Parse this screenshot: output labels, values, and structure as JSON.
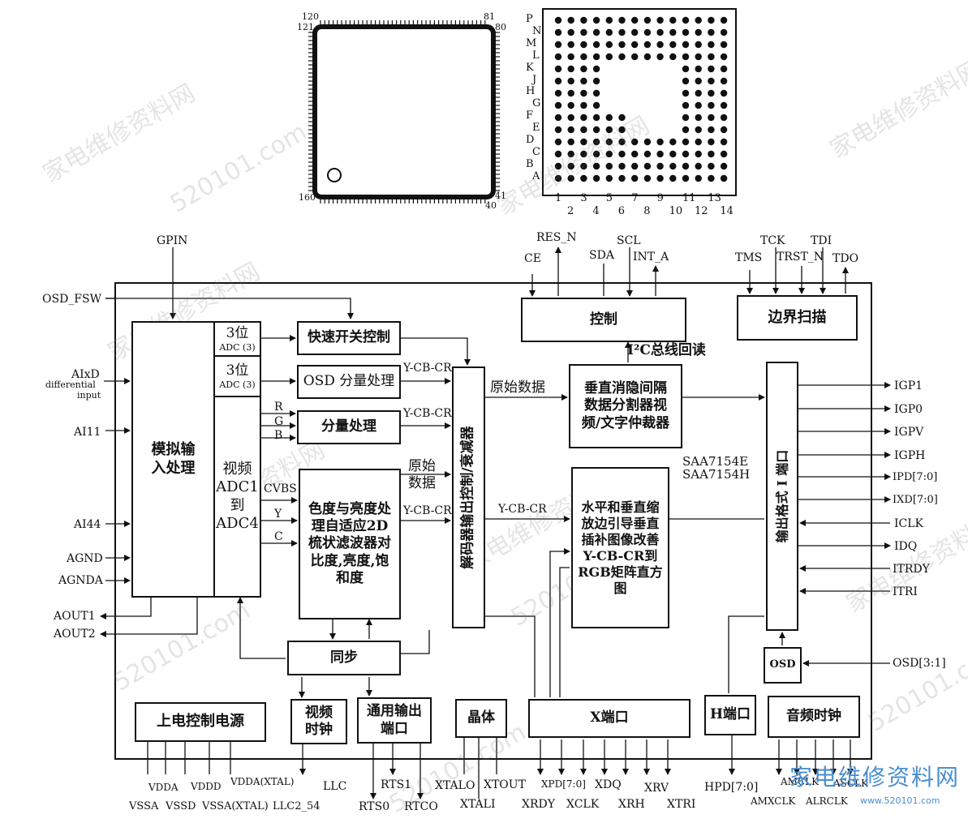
{
  "package_pins": {
    "p120": "120",
    "p121": "121",
    "p81": "81",
    "p80": "80",
    "p160": "160",
    "p41": "41",
    "p40": "40"
  },
  "bga": {
    "rows": [
      "P",
      "N",
      "M",
      "L",
      "K",
      "J",
      "H",
      "G",
      "F",
      "E",
      "D",
      "C",
      "B",
      "A"
    ],
    "cols_odd": [
      "1",
      "3",
      "5",
      "7",
      "9",
      "11",
      "13"
    ],
    "cols_even": [
      "2",
      "4",
      "6",
      "8",
      "10",
      "12",
      "14"
    ]
  },
  "blocks": {
    "analog_input": "模拟输入处理",
    "adc3_a_title": "3位",
    "adc3_a_sub": "ADC (3)",
    "adc3_b_title": "3位",
    "adc3_b_sub": "ADC (3)",
    "video_adc": "视频ADC1到ADC4",
    "fast_switch": "快速开关控制",
    "osd_component": "OSD 分量处理",
    "component": "分量处理",
    "chroma_luma": "色度与亮度处理自适应2D梳状滤波器对比度,亮度,饱和度",
    "decoder_output": "解码器输出控制/衰减器",
    "control": "控制",
    "boundary_scan": "边界扫描",
    "vbi_slicer": "垂直消隐间隔数据分割器视频/文字仲裁器",
    "scaler": "水平和垂直缩放边引导垂直插补图像改善Y-CB-CR到RGB矩阵直方图",
    "output_port": "输出格式 I 端口",
    "sync": "同步",
    "power_on": "上电控制电源",
    "video_clock": "视频时钟",
    "gp_output": "通用输出端口",
    "crystal": "晶体",
    "x_port": "X端口",
    "h_port": "H端口",
    "audio_clock": "音频时钟",
    "osd": "OSD"
  },
  "labels": {
    "i2c_readback": "I²C总线回读",
    "raw_data_1": "原始数据",
    "raw_data_2": "原始数据",
    "ycbcr_1": "Y-CB-CR",
    "ycbcr_2": "Y-CB-CR",
    "ycbcr_3": "Y-CB-CR",
    "ycbcr_4": "Y-CB-CR",
    "chip_name_1": "SAA7154E",
    "chip_name_2": "SAA7154H",
    "r": "R",
    "g": "G",
    "b": "B",
    "cvbs": "CVBS",
    "y": "Y",
    "c": "C"
  },
  "signals": {
    "gpin": "GPIN",
    "osd_fsw": "OSD_FSW",
    "aixd": "AIxD",
    "aixd_sub1": "differential",
    "aixd_sub2": "input",
    "ai11": "AI11",
    "ai44": "AI44",
    "agnd": "AGND",
    "agnda": "AGNDA",
    "aout1": "AOUT1",
    "aout2": "AOUT2",
    "res_n": "RES_N",
    "ce": "CE",
    "sda": "SDA",
    "scl": "SCL",
    "int_a": "INT_A",
    "tck": "TCK",
    "tdi": "TDI",
    "tms": "TMS",
    "trst_n": "TRST_N",
    "tdo": "TDO",
    "igp1": "IGP1",
    "igp0": "IGP0",
    "igpv": "IGPV",
    "igph": "IGPH",
    "ipd": "IPD[7:0]",
    "ixd": "IXD[7:0]",
    "iclk": "ICLK",
    "idq": "IDQ",
    "itrdy": "ITRDY",
    "itri": "ITRI",
    "osd_in": "OSD[3:1]",
    "vdda": "VDDA",
    "vddd": "VDDD",
    "vdda_xtal": "VDDA(XTAL)",
    "vssa": "VSSA",
    "vssd": "VSSD",
    "vssa_xtal": "VSSA(XTAL)",
    "llc2": "LLC2_54",
    "llc": "LLC",
    "rts1": "RTS1",
    "rts0": "RTS0",
    "rtco": "RTCO",
    "xtalo": "XTALO",
    "xtouto": "XTOUT",
    "xtali": "XTALI",
    "xpd": "XPD[7:0]",
    "xrdy": "XRDY",
    "xclk": "XCLK",
    "xdq": "XDQ",
    "xrh": "XRH",
    "xrv": "XRV",
    "xtri": "XTRI",
    "hpd": "HPD[7:0]",
    "amclk": "AMCLK",
    "asclk": "ASCLK",
    "amxclk": "AMXCLK",
    "alrclk": "ALRCLK"
  },
  "watermarks": {
    "site_cn": "家电维修资料网",
    "site_url": "520101.com",
    "logo_text": "家电维修资料网",
    "logo_url": "www.520101.com"
  }
}
